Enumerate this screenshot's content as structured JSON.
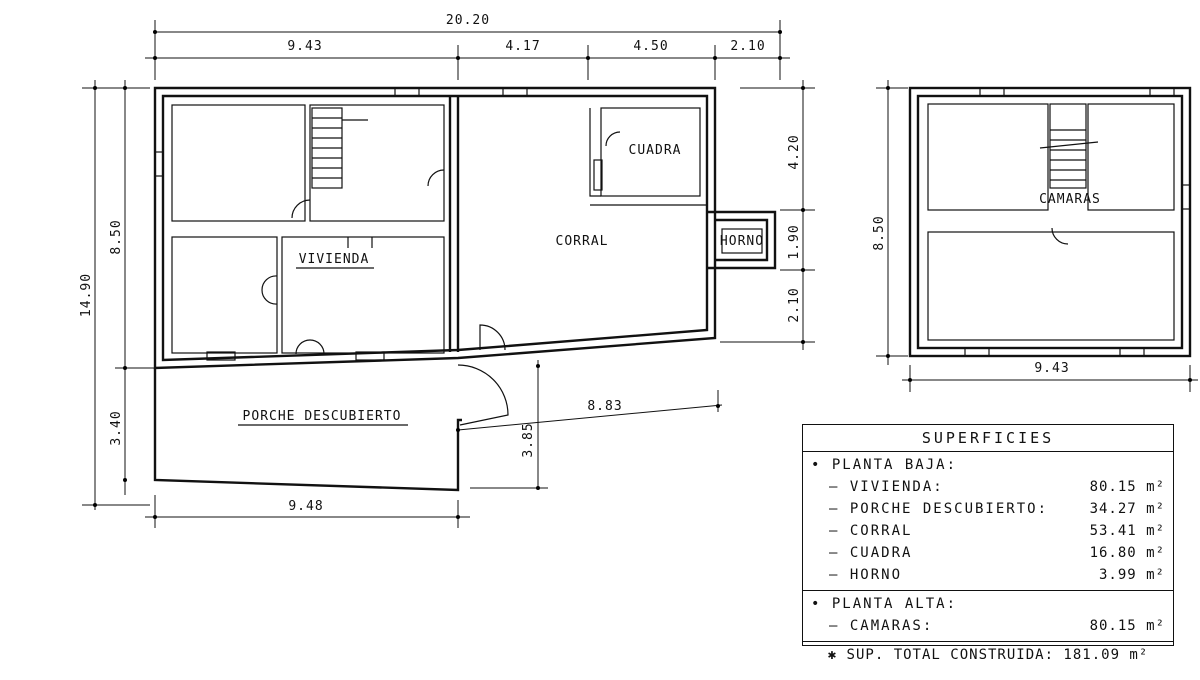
{
  "dimensions": {
    "total_width": "20.20",
    "seg1": "9.43",
    "seg2": "4.17",
    "seg3": "4.50",
    "seg4": "2.10",
    "total_height": "14.90",
    "house_height": "8.50",
    "porch_height": "3.40",
    "right_top": "4.20",
    "right_mid": "1.90",
    "right_bot": "2.10",
    "porch_width": "9.48",
    "porch_diag": "8.83",
    "porch_side": "3.85",
    "upper_width": "9.43",
    "upper_height": "8.50"
  },
  "rooms": {
    "cuadra": "CUADRA",
    "horno": "HORNO",
    "corral": "CORRAL",
    "vivienda": "VIVIENDA",
    "porche": "PORCHE DESCUBIERTO",
    "camaras": "CAMARAS"
  },
  "summary": {
    "title": "SUPERFICIES",
    "ground_floor": "• PLANTA BAJA:",
    "ground_items": [
      {
        "label": "– VIVIENDA:",
        "value": "80.15 m²"
      },
      {
        "label": "– PORCHE DESCUBIERTO:",
        "value": "34.27 m²"
      },
      {
        "label": "– CORRAL",
        "value": "53.41 m²"
      },
      {
        "label": "– CUADRA",
        "value": "16.80 m²"
      },
      {
        "label": "– HORNO",
        "value": "3.99 m²"
      }
    ],
    "upper_floor": "• PLANTA ALTA:",
    "upper_items": [
      {
        "label": "– CAMARAS:",
        "value": "80.15 m²"
      }
    ],
    "total": "✱ SUP. TOTAL CONSTRUIDA: 181.09 m²"
  }
}
